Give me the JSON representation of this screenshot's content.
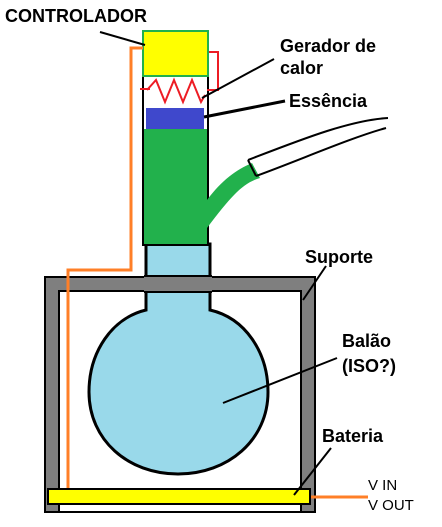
{
  "labels": {
    "controller": "CONTROLADOR",
    "heater_line1": "Gerador de",
    "heater_line2": "calor",
    "essence": "Essência",
    "support": "Suporte",
    "flask_line1": "Balão",
    "flask_line2": "(ISO?)",
    "battery": "Bateria",
    "v_in": "V IN",
    "v_out": "V OUT"
  },
  "colors": {
    "controller": "#ffff00",
    "controller_border": "#22b14c",
    "heater_coil": "#ed1c24",
    "essence": "#3f48cc",
    "tower": "#22b14c",
    "flask": "#99d9ea",
    "support": "#7f7f7f",
    "battery": "#ffff00",
    "wire": "#ff7f27",
    "outline": "#000000"
  }
}
